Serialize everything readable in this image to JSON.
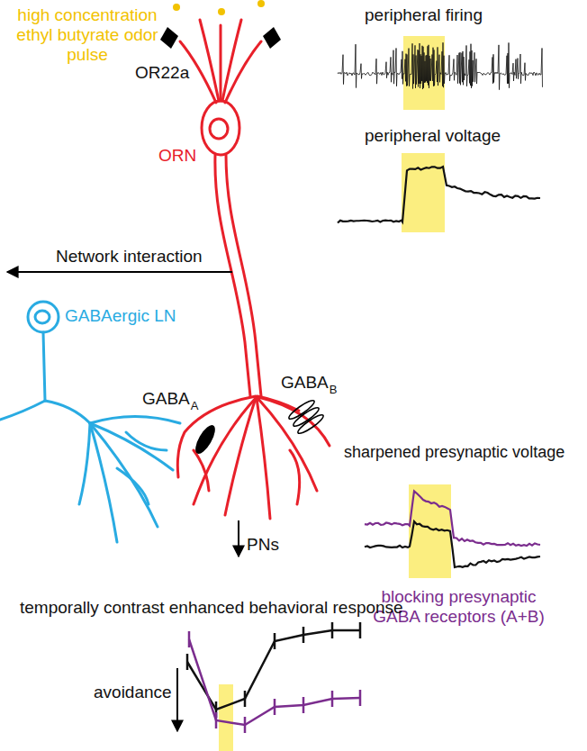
{
  "diagram": {
    "labels": [
      "high concentration ethyl butyrate odor pulse",
      "OR22a",
      "ORN",
      "peripheral firing",
      "peripheral voltage",
      "Network interaction",
      "GABAergic LN",
      "GABA",
      "A",
      "GABA",
      "B",
      "sharpened presynaptic voltage",
      "blocking presynaptic GABA receptors (A+B)",
      "PNs",
      "temporally contrast enhanced behavioral response",
      "avoidance"
    ]
  }
}
